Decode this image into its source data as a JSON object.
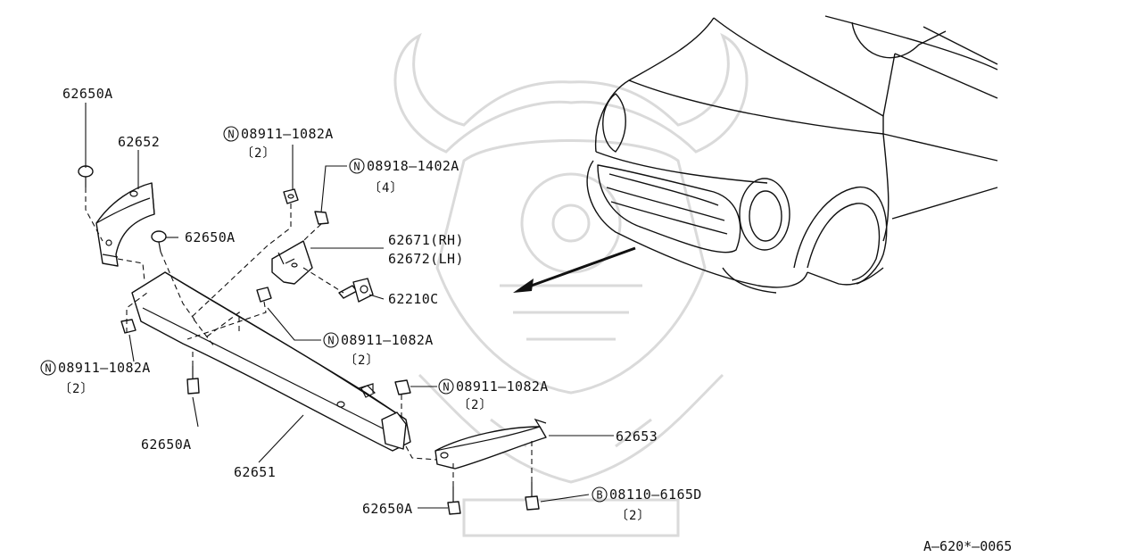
{
  "diagram_ref": "A–620*–0065",
  "labels": {
    "clip_62650A_top": "62650A",
    "bracket_62652": "62652",
    "clip_62650A_mid": "62650A",
    "nut_n_top_code": "08911–1082A",
    "nut_n_top_qty": "〔2〕",
    "nut_n_left_code": "08911–1082A",
    "nut_n_left_qty": "〔2〕",
    "nut_n_bracket_code": "08918–1402A",
    "nut_n_bracket_qty": "〔4〕",
    "bracket_rh": "62671(RH)",
    "bracket_lh": "62672(LH)",
    "bolt_62210C": "62210C",
    "nut_n_center_code": "08911–1082A",
    "nut_n_center_qty": "〔2〕",
    "nut_n_right_code": "08911–1082A",
    "nut_n_right_qty": "〔2〕",
    "clip_62650A_low": "62650A",
    "reinforcement_62651": "62651",
    "bracket_62653": "62653",
    "clip_62650A_bottom": "62650A",
    "bolt_b_code": "08110–6165D",
    "bolt_b_qty": "〔2〕",
    "circle_n": "N",
    "circle_b": "B"
  }
}
